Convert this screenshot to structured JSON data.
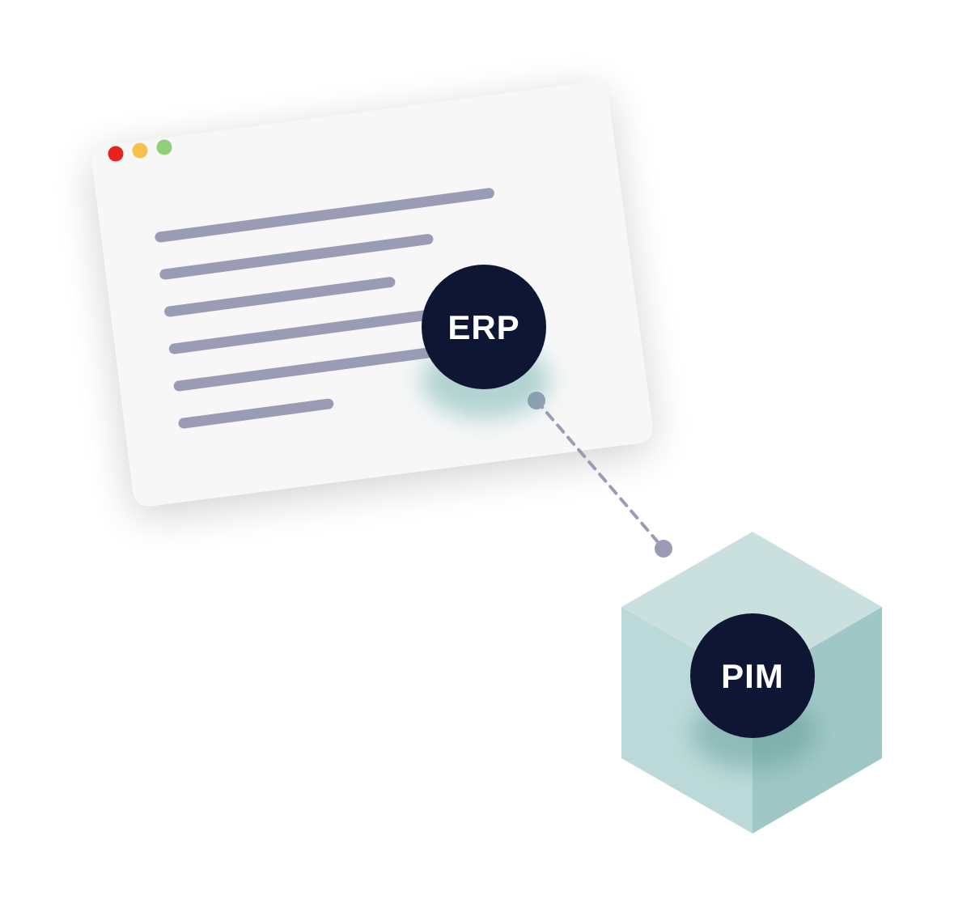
{
  "colors": {
    "background": "#ffffff",
    "window": "#f7f7f8",
    "text_line": "#9a9cb6",
    "badge_fill": "#0f1633",
    "badge_text": "#ffffff",
    "connector": "#9a9cb6",
    "cube_top": "#c9e0df",
    "cube_left": "#bbd9d8",
    "cube_right": "#9fc7c5",
    "dot_close": "#e8231f",
    "dot_minimize": "#f7c04a",
    "dot_maximize": "#8fd17a"
  },
  "window": {
    "traffic_lights": [
      {
        "name": "close",
        "color": "#e8231f"
      },
      {
        "name": "minimize",
        "color": "#f7c04a"
      },
      {
        "name": "maximize",
        "color": "#8fd17a"
      }
    ],
    "content_line_fractions": [
      1.0,
      0.8,
      0.67,
      0.79,
      0.79,
      0.44
    ]
  },
  "erp": {
    "label": "ERP"
  },
  "pim": {
    "label": "PIM"
  },
  "connector": {
    "style": "dashed"
  }
}
